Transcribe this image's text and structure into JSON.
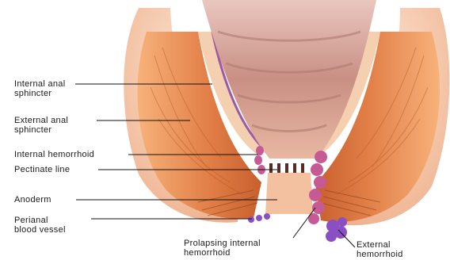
{
  "labels": {
    "internal_anal_sphincter": "Internal anal\nsphincter",
    "external_anal_sphincter": "External anal\nsphincter",
    "internal_hemorrhoid": "Internal hemorrhoid",
    "pectinate_line": "Pectinate line",
    "anoderm": "Anoderm",
    "perianal_blood_vessel": "Perianal\nblood vessel",
    "prolapsing_internal_hemorrhoid": "Prolapsing internal\nhemorrhoid",
    "external_hemorrhoid": "External\nhemorrhoid"
  },
  "colors": {
    "muscle": "#d9743c",
    "muscle_light": "#f2a46a",
    "skin": "#f6c9a8",
    "canal": "#c98f84",
    "hemorrhoid": "#c85a93",
    "vessel": "#8a4fc2"
  }
}
